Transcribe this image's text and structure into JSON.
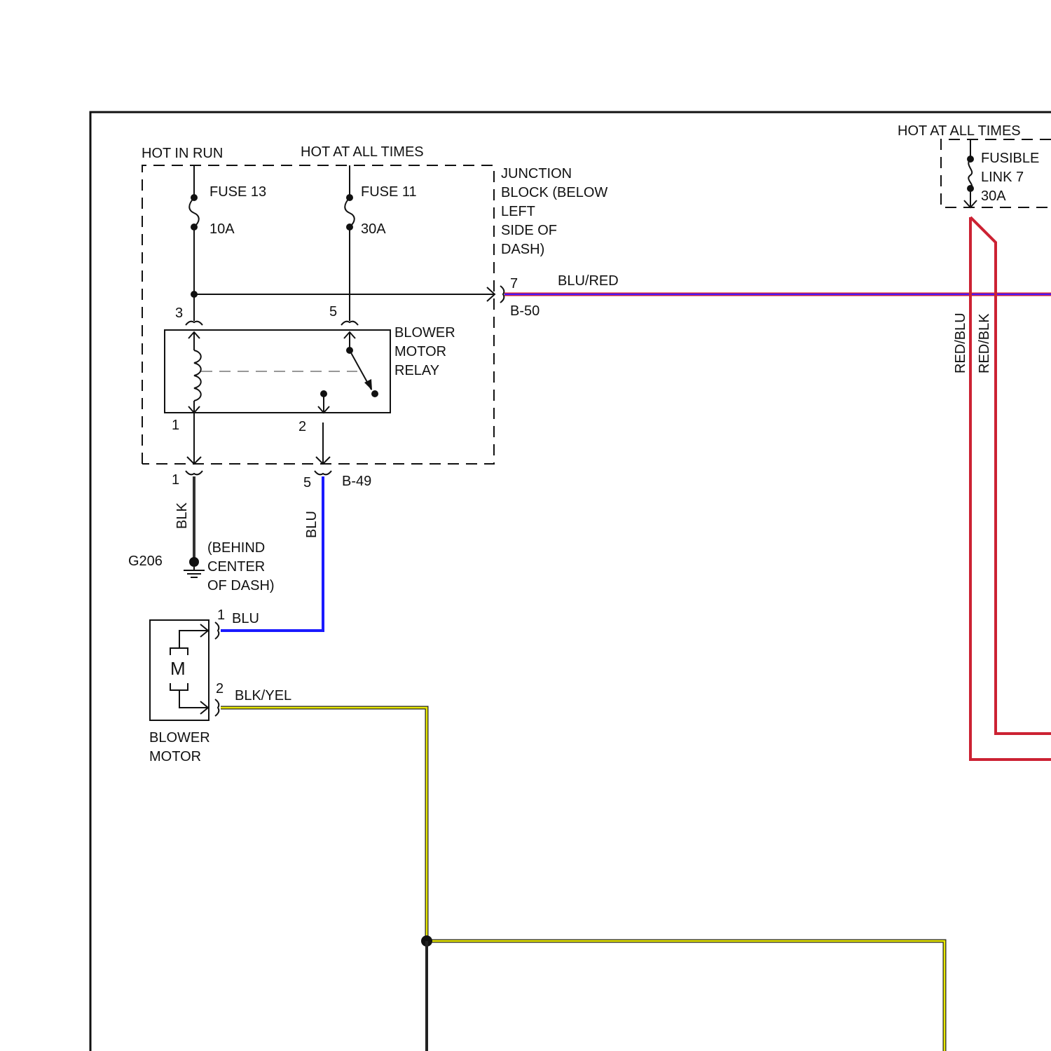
{
  "labels": {
    "hot_in_run": "HOT IN RUN",
    "hot_at_all_times_left": "HOT AT ALL TIMES",
    "hot_at_all_times_right": "HOT AT ALL TIMES",
    "fuse13": "FUSE 13",
    "fuse13_rating": "10A",
    "fuse11": "FUSE 11",
    "fuse11_rating": "30A",
    "jb_line1": "JUNCTION",
    "jb_line2": "BLOCK (BELOW",
    "jb_line3": "LEFT",
    "jb_line4": "SIDE OF",
    "jb_line5": "DASH)",
    "fusible_line1": "FUSIBLE",
    "fusible_line2": "LINK 7",
    "fusible_line3": "30A",
    "relay_line1": "BLOWER",
    "relay_line2": "MOTOR",
    "relay_line3": "RELAY",
    "pin3": "3",
    "pin5_relay": "5",
    "pin1_relay": "1",
    "pin2_relay": "2",
    "pin7": "7",
    "b50": "B-50",
    "blu_red": "BLU/RED",
    "red_blu": "RED/BLU",
    "red_blk": "RED/BLK",
    "b49_pin1": "1",
    "b49_pin5": "5",
    "b49": "B-49",
    "blk": "BLK",
    "blu_vert": "BLU",
    "g206": "G206",
    "ground_line1": "(BEHIND",
    "ground_line2": "CENTER",
    "ground_line3": "OF DASH)",
    "motor_pin1": "1",
    "motor_blu": "BLU",
    "motor_pin2": "2",
    "blk_yel": "BLK/YEL",
    "motor_symbol": "M",
    "motor_line1": "BLOWER",
    "motor_line2": "MOTOR"
  },
  "wire_colors": {
    "blk": "#333333",
    "blu": "#1a1aff",
    "blu_red_outer": "#e02020",
    "blu_red_inner": "#4a1aff",
    "red": "#cc2233",
    "yel": "#e8e800"
  }
}
